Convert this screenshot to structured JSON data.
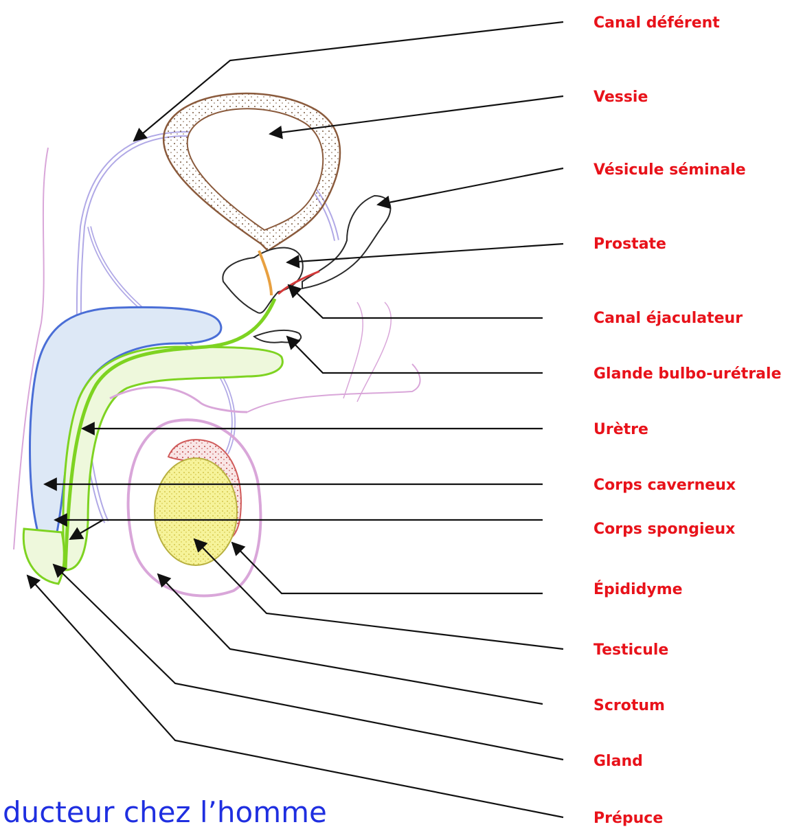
{
  "title": "ducteur chez l’homme",
  "colors": {
    "label": "#e8121a",
    "title": "#1f2fe0",
    "arrow": "#111111",
    "outline": "#2a2a2a",
    "bladder": "#8a5a3c",
    "erectile": "#4a6ed6",
    "urethra": "#7ed321",
    "skin": "#cc88cc",
    "deferent": "#b0a8e6",
    "ejaculatory": "#d43a3a",
    "testis": "#f6f39a",
    "epididymis": "#d05a5a"
  },
  "labels": [
    {
      "id": "canal-deferent",
      "text": "Canal déférent"
    },
    {
      "id": "vessie",
      "text": "Vessie"
    },
    {
      "id": "vesicule-seminale",
      "text": "Vésicule séminale"
    },
    {
      "id": "prostate",
      "text": "Prostate"
    },
    {
      "id": "canal-ejaculateur",
      "text": "Canal éjaculateur"
    },
    {
      "id": "glande-bulbo-uretrale",
      "text": "Glande bulbo-urétrale"
    },
    {
      "id": "uretre",
      "text": "Urètre"
    },
    {
      "id": "corps-caverneux",
      "text": "Corps caverneux"
    },
    {
      "id": "corps-spongieux",
      "text": "Corps spongieux"
    },
    {
      "id": "epididyme",
      "text": "Épididyme"
    },
    {
      "id": "testicule",
      "text": "Testicule"
    },
    {
      "id": "scrotum",
      "text": "Scrotum"
    },
    {
      "id": "gland",
      "text": "Gland"
    },
    {
      "id": "prepuce",
      "text": "Prépuce"
    }
  ]
}
